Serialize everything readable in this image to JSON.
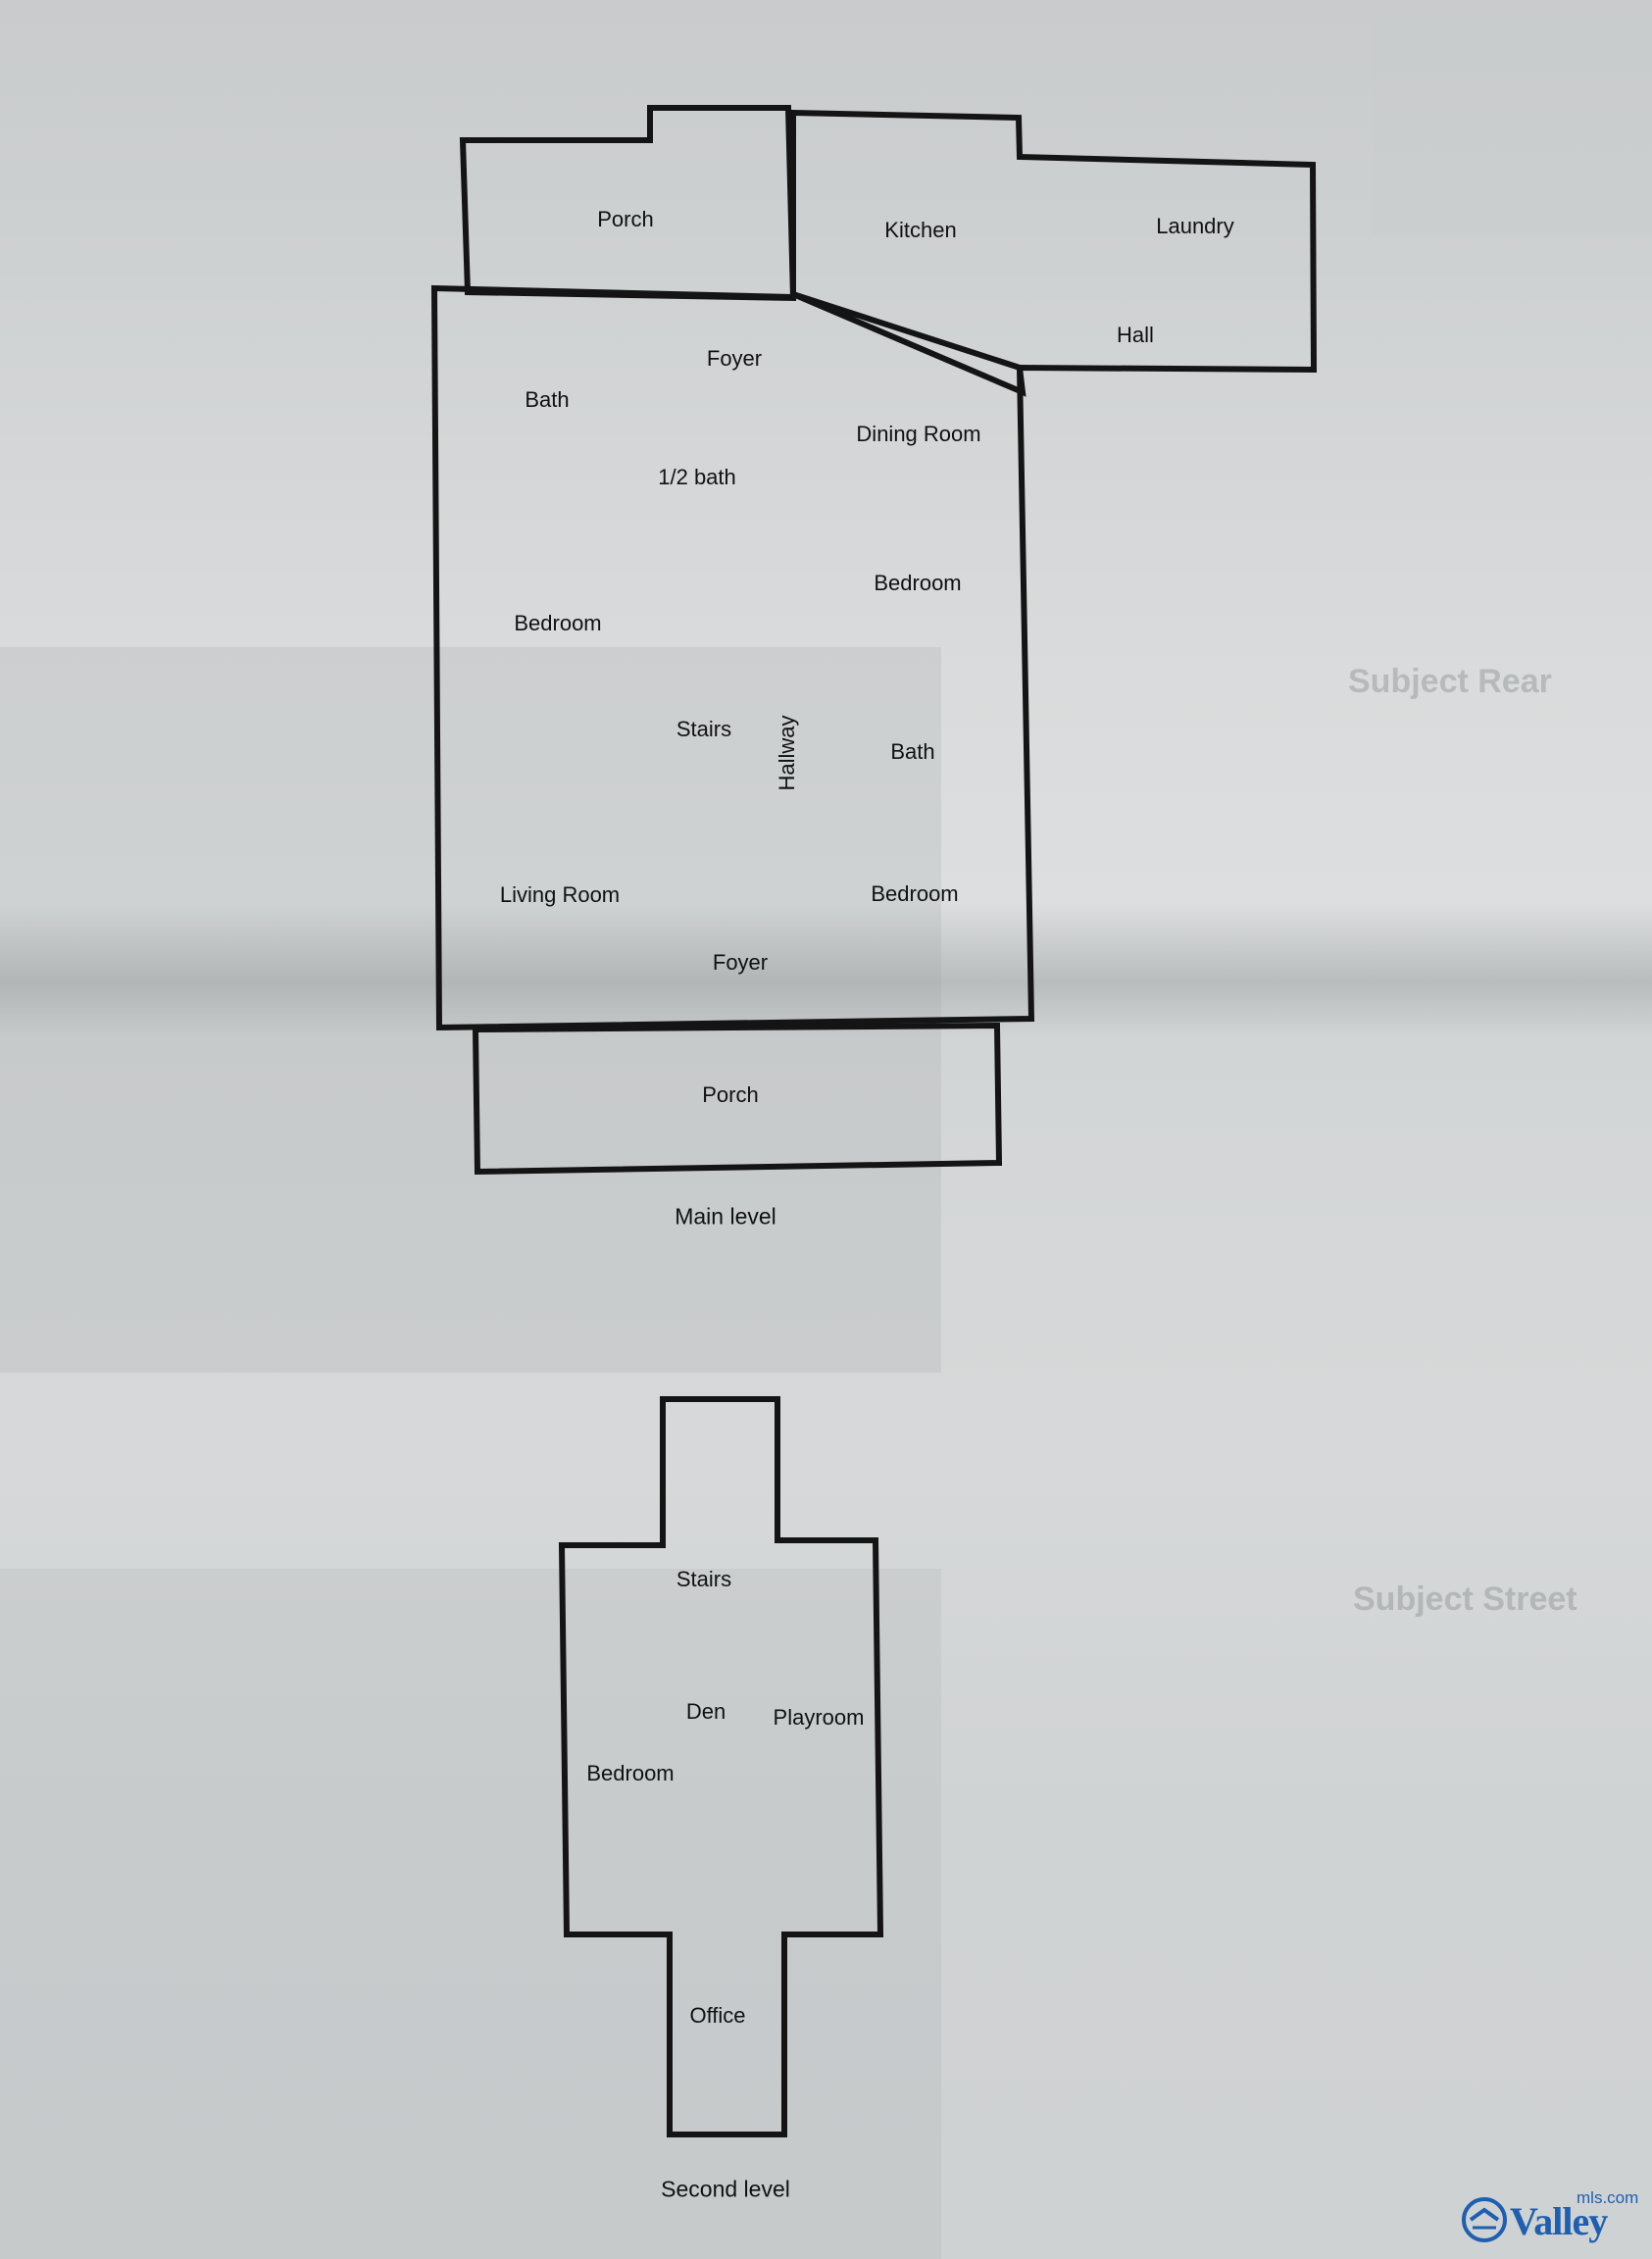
{
  "main_level": {
    "caption": "Main level",
    "rooms": {
      "porch_back": "Porch",
      "kitchen": "Kitchen",
      "laundry": "Laundry",
      "hall": "Hall",
      "foyer_top": "Foyer",
      "bath_left": "Bath",
      "dining_room": "Dining Room",
      "half_bath": "1/2 bath",
      "bedroom_right_top": "Bedroom",
      "bedroom_left": "Bedroom",
      "stairs": "Stairs",
      "hallway": "Hallway",
      "bath_right": "Bath",
      "living_room": "Living Room",
      "bedroom_right_bottom": "Bedroom",
      "foyer_bottom": "Foyer",
      "porch_front": "Porch"
    }
  },
  "second_level": {
    "caption": "Second level",
    "rooms": {
      "stairs": "Stairs",
      "den": "Den",
      "playroom": "Playroom",
      "bedroom": "Bedroom",
      "office": "Office"
    }
  },
  "watermarks": {
    "subject_rear": "Subject Rear",
    "subject_street": "Subject Street"
  },
  "logo": {
    "brand": "Valley",
    "domain": "mls.com",
    "icon": "valley-mls-logo-icon",
    "color": "#1f5fb0"
  },
  "colors": {
    "wall": "#141414",
    "paper": "#d6d8d9"
  }
}
